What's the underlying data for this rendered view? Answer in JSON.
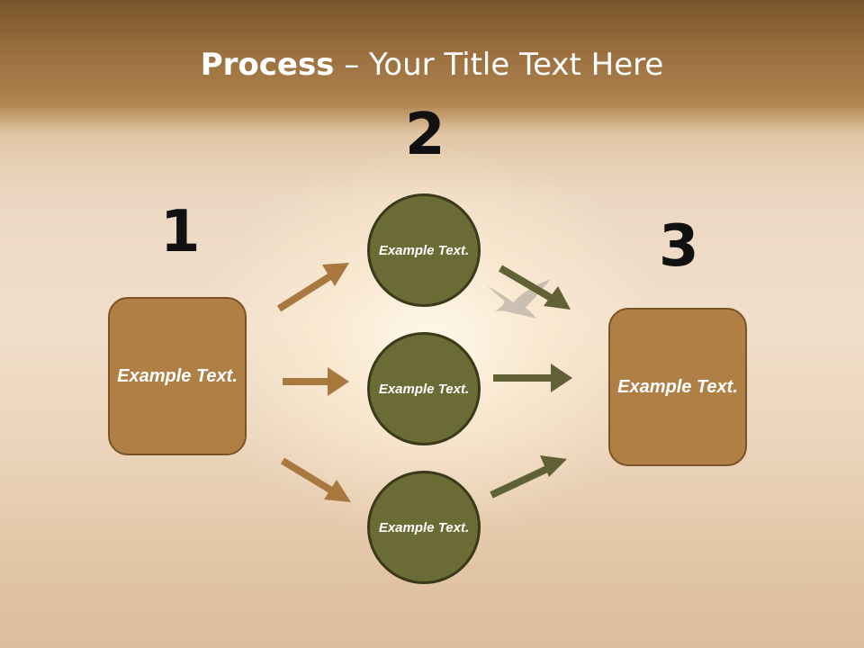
{
  "title": {
    "bold": "Process",
    "rest": " – Your Title Text Here"
  },
  "steps": {
    "one": "1",
    "two": "2",
    "three": "3"
  },
  "nodes": {
    "left_box": "Example Text.",
    "circle_top": "Example Text.",
    "circle_middle": "Example Text.",
    "circle_bottom": "Example Text.",
    "right_box": "Example Text."
  },
  "colors": {
    "box_fill": "#b07f45",
    "circle_fill": "#6b6b35",
    "arrow_left": "#a8783f",
    "arrow_right": "#616135"
  }
}
